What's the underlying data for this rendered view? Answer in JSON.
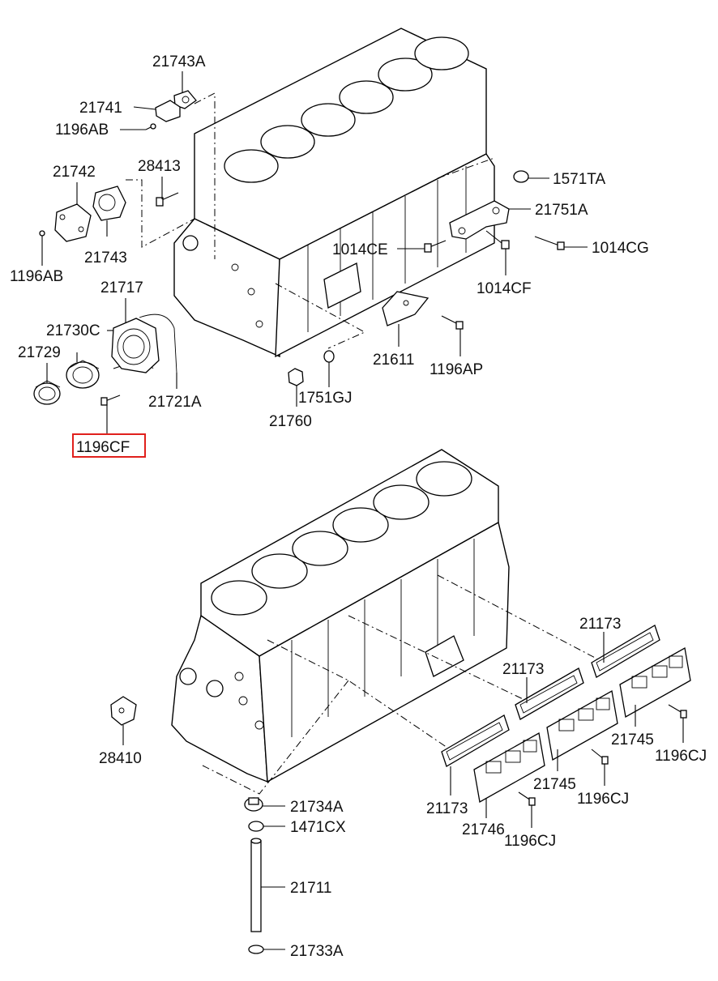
{
  "highlight_color": "#e0201c",
  "labels": {
    "p21743A_top": "21743A",
    "p21741": "21741",
    "p1196AB_top": "1196AB",
    "p21742": "21742",
    "p28413": "28413",
    "p21743": "21743",
    "p1196AB_left": "1196AB",
    "p21717": "21717",
    "p21730C": "21730C",
    "p21729": "21729",
    "p21721A": "21721A",
    "p1196CF": "1196CF",
    "p1571TA": "1571TA",
    "p21751A": "21751A",
    "p1014CE": "1014CE",
    "p1014CG": "1014CG",
    "p1014CF": "1014CF",
    "p21611": "21611",
    "p1196AP": "1196AP",
    "p1751GJ": "1751GJ",
    "p21760": "21760",
    "p21173_a": "21173",
    "p21173_b": "21173",
    "p21173_c": "21173",
    "p21745_a": "21745",
    "p21745_b": "21745",
    "p1196CJ_a": "1196CJ",
    "p1196CJ_b": "1196CJ",
    "p1196CJ_c": "1196CJ",
    "p21746": "21746",
    "p28410": "28410",
    "p21734A": "21734A",
    "p1471CX": "1471CX",
    "p21711": "21711",
    "p21733A": "21733A"
  }
}
